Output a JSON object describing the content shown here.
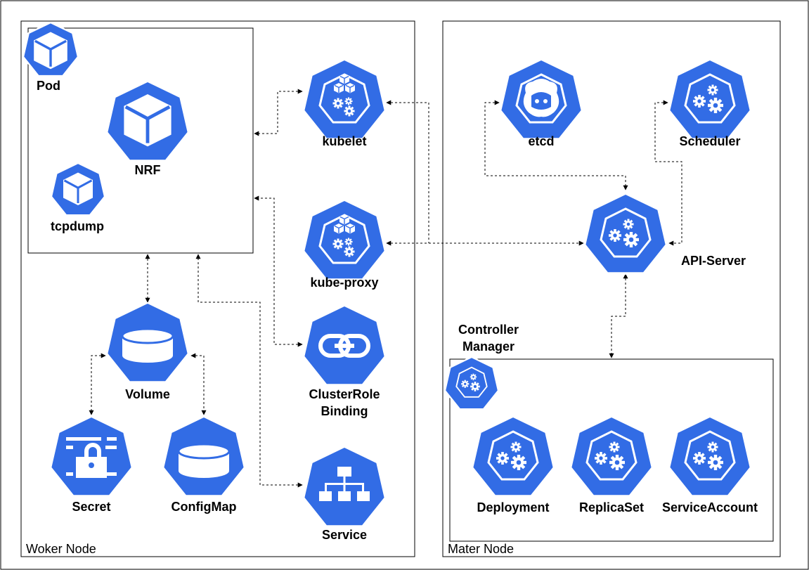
{
  "colors": {
    "k8s_blue": "#326CE5",
    "stroke": "#000000"
  },
  "worker_node": {
    "label": "Woker Node",
    "pod_group": {
      "label": "Pod",
      "icon": "pod-cube-icon"
    },
    "nrf": {
      "label": "NRF",
      "icon": "pod-cube-icon"
    },
    "tcpdump": {
      "label": "tcpdump",
      "icon": "pod-cube-icon"
    },
    "kubelet": {
      "label": "kubelet",
      "icon": "kubelet-gears-icon"
    },
    "kube_proxy": {
      "label": "kube-proxy",
      "icon": "kube-proxy-gears-icon"
    },
    "volume": {
      "label": "Volume",
      "icon": "volume-cylinder-icon"
    },
    "secret": {
      "label": "Secret",
      "icon": "secret-lock-icon"
    },
    "configmap": {
      "label": "ConfigMap",
      "icon": "configmap-cylinder-icon"
    },
    "clusterrole_binding": {
      "line1": "ClusterRole",
      "line2": "Binding",
      "icon": "link-chain-icon"
    },
    "service": {
      "label": "Service",
      "icon": "service-network-icon"
    }
  },
  "master_node": {
    "label": "Mater Node",
    "etcd": {
      "label": "etcd",
      "icon": "etcd-icon"
    },
    "scheduler": {
      "label": "Scheduler",
      "icon": "gears-icon"
    },
    "api_server": {
      "label": "API-Server",
      "icon": "gears-icon"
    },
    "controller_manager": {
      "line1": "Controller",
      "line2": "Manager",
      "icon": "gears-icon",
      "deployment": {
        "label": "Deployment",
        "icon": "gears-icon"
      },
      "replicaset": {
        "label": "ReplicaSet",
        "icon": "gears-icon"
      },
      "serviceaccount": {
        "label": "ServiceAccount",
        "icon": "gears-icon"
      }
    }
  }
}
